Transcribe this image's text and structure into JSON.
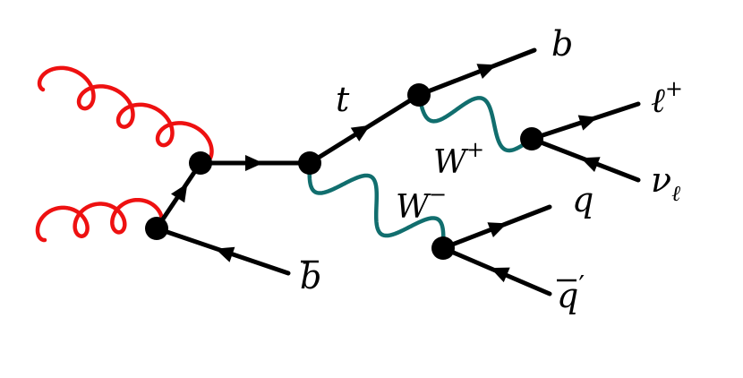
{
  "colors": {
    "gluon": "#ee1111",
    "w_boson": "#116e6e",
    "fermion": "#000000"
  },
  "labels": {
    "bottom_quark": "b",
    "top_quark": "t",
    "anti_bottom": "b",
    "w_plus": {
      "base": "W",
      "sup": "+"
    },
    "w_minus": {
      "base": "W",
      "sup": "−"
    },
    "lepton": {
      "base": "ℓ",
      "sup": "+"
    },
    "neutrino": {
      "base": "ν",
      "sub": "ℓ"
    },
    "quark_q": "q",
    "antiquark": {
      "base": "q",
      "prime": "′"
    }
  }
}
